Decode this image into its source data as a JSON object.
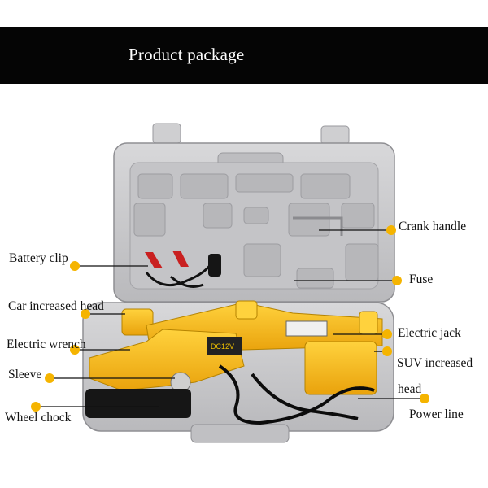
{
  "header": {
    "title": "Product package"
  },
  "colors": {
    "banner": "#050505",
    "accent_dot": "#f5b400",
    "case": "#c9c9cb",
    "jack": "#f3b81c"
  },
  "callouts": {
    "crank_handle": "Crank handle",
    "battery_clip": "Battery clip",
    "fuse": "Fuse",
    "car_increased_head": "Car increased head",
    "electric_jack": "Electric jack",
    "electric_wrench": "Electric wrench",
    "suv_increased_line1": "SUV increased",
    "suv_increased_line2": "head",
    "sleeve": "Sleeve",
    "wheel_chock": "Wheel chock",
    "power_line": "Power line"
  },
  "product_marking": "DC12V"
}
